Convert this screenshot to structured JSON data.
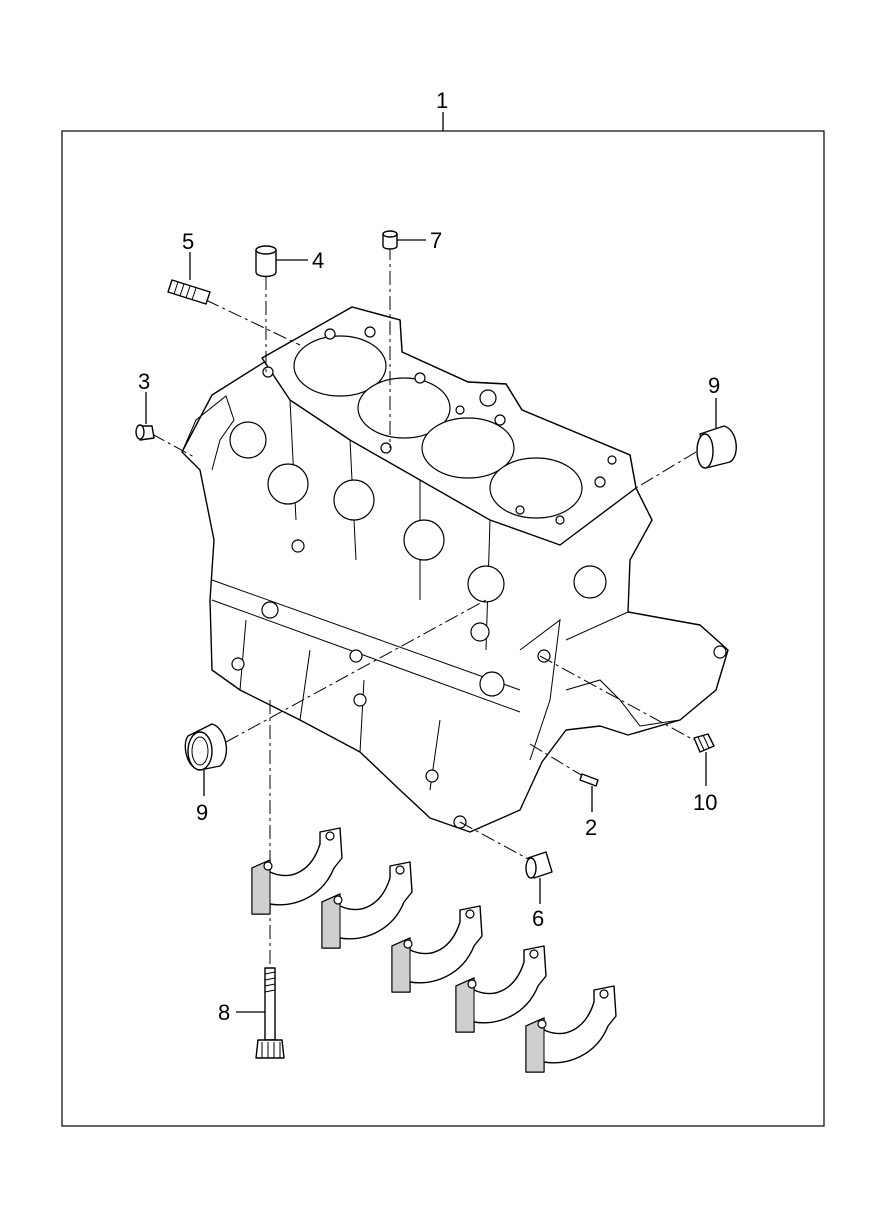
{
  "callouts": {
    "c1": "1",
    "c2": "2",
    "c3": "3",
    "c4": "4",
    "c5": "5",
    "c6": "6",
    "c7": "7",
    "c8": "8",
    "c9a": "9",
    "c9b": "9",
    "c10": "10"
  },
  "colors": {
    "line": "#000000",
    "background": "#ffffff"
  }
}
